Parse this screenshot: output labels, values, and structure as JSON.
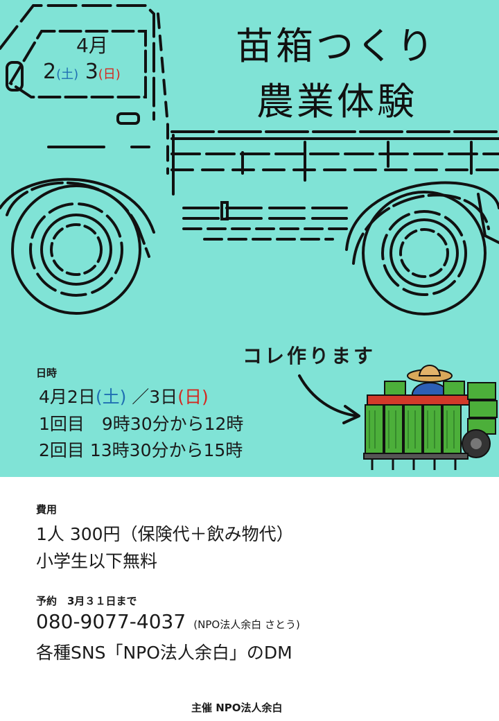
{
  "title": {
    "line1": "苗箱つくり",
    "line2": "農業体験"
  },
  "date_badge": {
    "month": "4月",
    "day1": "2",
    "day1_wd": "(土)",
    "day2": "3",
    "day2_wd": "(日)"
  },
  "illustration_caption": "コレ作ります",
  "schedule": {
    "label": "日時",
    "date_prefix": "4月2日",
    "sat": "(土)",
    "sep": "／3日",
    "sun": "(日)",
    "session1": "1回目　9時30分から12時",
    "session2": "2回目 13時30分から15時"
  },
  "cost": {
    "label": "費用",
    "line1": "1人 300円（保険代＋飲み物代）",
    "line2": "小学生以下無料"
  },
  "reservation": {
    "label": "予約　3月３１日まで",
    "phone": "080-9077-4037",
    "phone_note": "(NPO法人余白 さとう)",
    "sns": "各種SNS「NPO法人余白」のDM"
  },
  "organizer": "主催 NPO法人余白",
  "colors": {
    "background_top": "#80e3d6",
    "blue": "#1f6fb2",
    "red": "#d4271f"
  }
}
